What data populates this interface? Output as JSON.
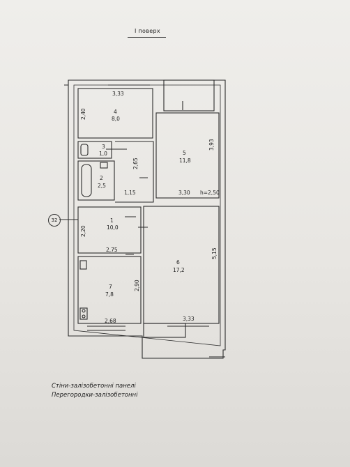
{
  "floor_title": "І поверх",
  "axis_marker": "32",
  "rooms": [
    {
      "id": "4",
      "area": "8,0"
    },
    {
      "id": "3",
      "area": "1,0"
    },
    {
      "id": "2",
      "area": "2,5"
    },
    {
      "id": "5",
      "area": "11,8"
    },
    {
      "id": "1",
      "area": "10,0"
    },
    {
      "id": "6",
      "area": "17,2"
    },
    {
      "id": "7",
      "area": "7,8"
    }
  ],
  "dimensions": {
    "room4_width": "3,33",
    "room4_height": "2,40",
    "room5_height": "3,93",
    "room5_width": "3,30",
    "ceiling_height": "h=2,50",
    "corridor_height": "2,65",
    "corridor_width": "1,15",
    "hall_height": "2,20",
    "hall_width": "2,75",
    "room6_height": "5,15",
    "room6_width": "3,33",
    "room7_height": "2,90",
    "room7_width": "2,68"
  },
  "legend": {
    "walls": "Стіни-залізобетонні панелі",
    "partitions": "Перегородки-залізобетонні"
  }
}
